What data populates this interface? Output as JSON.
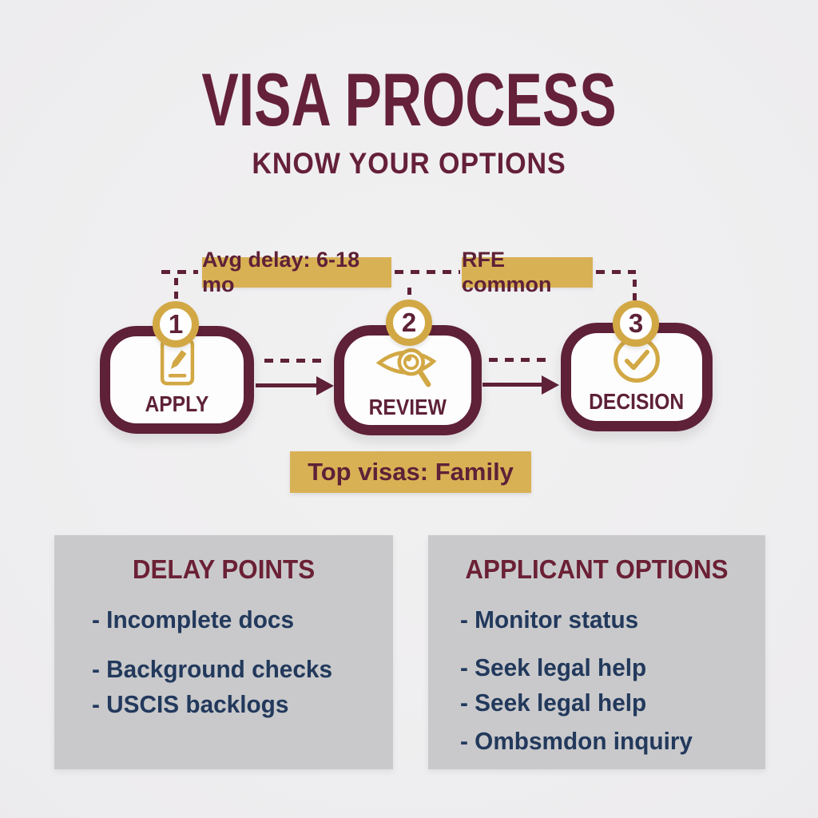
{
  "title": "VISA PROCESS",
  "subtitle": "KNOW YOUR OPTIONS",
  "flow": {
    "annotations": [
      {
        "label": "Avg delay: 6-18 mo"
      },
      {
        "label": "RFE common"
      }
    ],
    "steps": [
      {
        "number": "1",
        "label": "APPLY",
        "icon": "document-pencil-icon"
      },
      {
        "number": "2",
        "label": "REVIEW",
        "icon": "eye-magnifier-icon"
      },
      {
        "number": "3",
        "label": "DECISION",
        "icon": "check-circle-icon"
      }
    ],
    "note": "Top visas: Family"
  },
  "panels": [
    {
      "title": "DELAY POINTS",
      "items": [
        "- Incomplete docs",
        "- Background checks",
        "- USCIS backlogs"
      ]
    },
    {
      "title": "APPLICANT OPTIONS",
      "items": [
        "- Monitor status",
        "- Seek legal help",
        "- Seek legal help",
        "- Ombsmdon inquiry"
      ]
    }
  ],
  "colors": {
    "maroon": "#5e2137",
    "title_maroon": "#65203a",
    "gold": "#d2a845",
    "gold_badge_bg": "#d9b155",
    "navy_text": "#22395c",
    "panel_gray": "#c9c9cb",
    "background": "#edecee",
    "box_white": "#fdfdfe"
  }
}
